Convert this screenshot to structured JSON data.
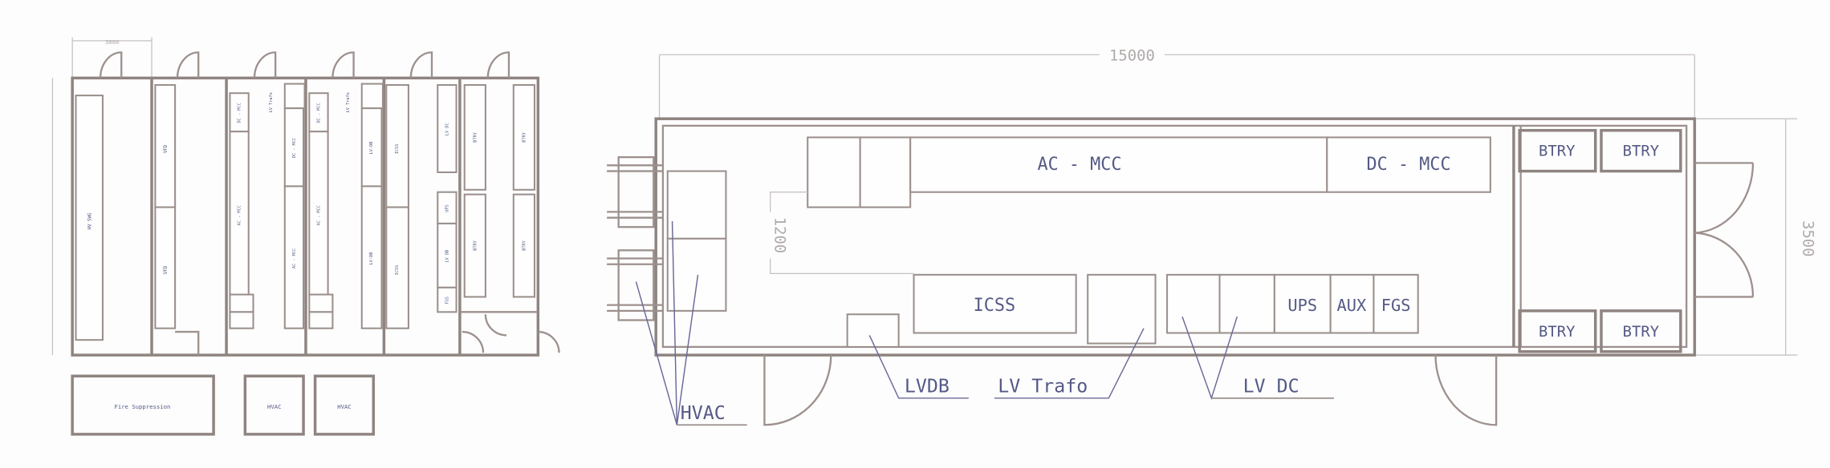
{
  "colors": {
    "wall": "#9d918d",
    "text": "#555a85",
    "leader": "#6a6a98",
    "dimension": "#c8c2c0"
  },
  "left_plan": {
    "top_dimension": "3000",
    "labels": {
      "room1_panel": "HV SWG",
      "room2_panel_a": "VFD",
      "room2_panel_b": "VFD",
      "room3_panel_a": "DC - MCC",
      "room3_panel_b": "AC - MCC",
      "room3_trafo": "LV Trafo",
      "room3_panel_c": "DC - MCC",
      "room3_panel_d": "AC - MCC",
      "room4_panel_a": "DC - MCC",
      "room4_panel_b": "AC - MCC",
      "room4_trafo": "LV Trafo",
      "room4_panel_c": "LV-DB",
      "room4_panel_d": "LV-DB",
      "room5_panel_a": "ICSS",
      "room5_panel_b": "ICSS",
      "lvdc": "LV DC",
      "ups": "UPS",
      "lvdb": "LV DB",
      "fgs": "FGS",
      "btry": [
        "BTRY",
        "BTRY",
        "BTRY",
        "BTRY"
      ]
    },
    "outside": {
      "fire_suppression": "Fire Suppression",
      "hvac_1": "HVAC",
      "hvac_2": "HVAC"
    }
  },
  "right_plan": {
    "length_dimension": "15000",
    "width_dimension": "3500",
    "aisle_dimension": "1200",
    "equipment": {
      "ac_mcc": "AC - MCC",
      "dc_mcc": "DC - MCC",
      "icss": "ICSS",
      "ups": "UPS",
      "aux": "AUX",
      "fgs": "FGS",
      "btry": [
        "BTRY",
        "BTRY",
        "BTRY",
        "BTRY"
      ]
    },
    "callouts": {
      "hvac": "HVAC",
      "lvdb": "LVDB",
      "lv_trafo": "LV Trafo",
      "lv_dc": "LV DC"
    }
  }
}
